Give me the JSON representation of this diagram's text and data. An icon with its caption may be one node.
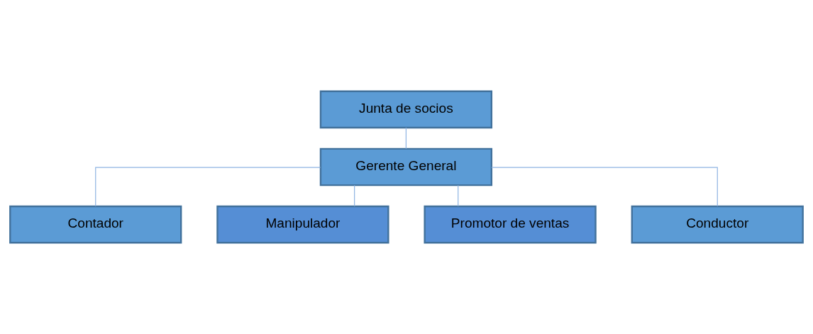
{
  "diagram": {
    "nodes": [
      {
        "text": [
          "Junta de socios"
        ]
      },
      {
        "text": [
          "Gerente General"
        ]
      },
      {
        "text": [
          "Contador"
        ]
      },
      {
        "text": [
          "Manipulador"
        ]
      },
      {
        "text": [
          "Promotor de ventas"
        ]
      },
      {
        "text": [
          "Conductor"
        ]
      }
    ],
    "edges": [
      {
        "from": 0,
        "to": 1,
        "arrow": "none"
      },
      {
        "from": 1,
        "to": 2,
        "arrow": "none"
      },
      {
        "from": 1,
        "to": 3,
        "arrow": "none"
      },
      {
        "from": 1,
        "to": 4,
        "arrow": "none"
      },
      {
        "from": 1,
        "to": 5,
        "arrow": "none"
      }
    ]
  }
}
